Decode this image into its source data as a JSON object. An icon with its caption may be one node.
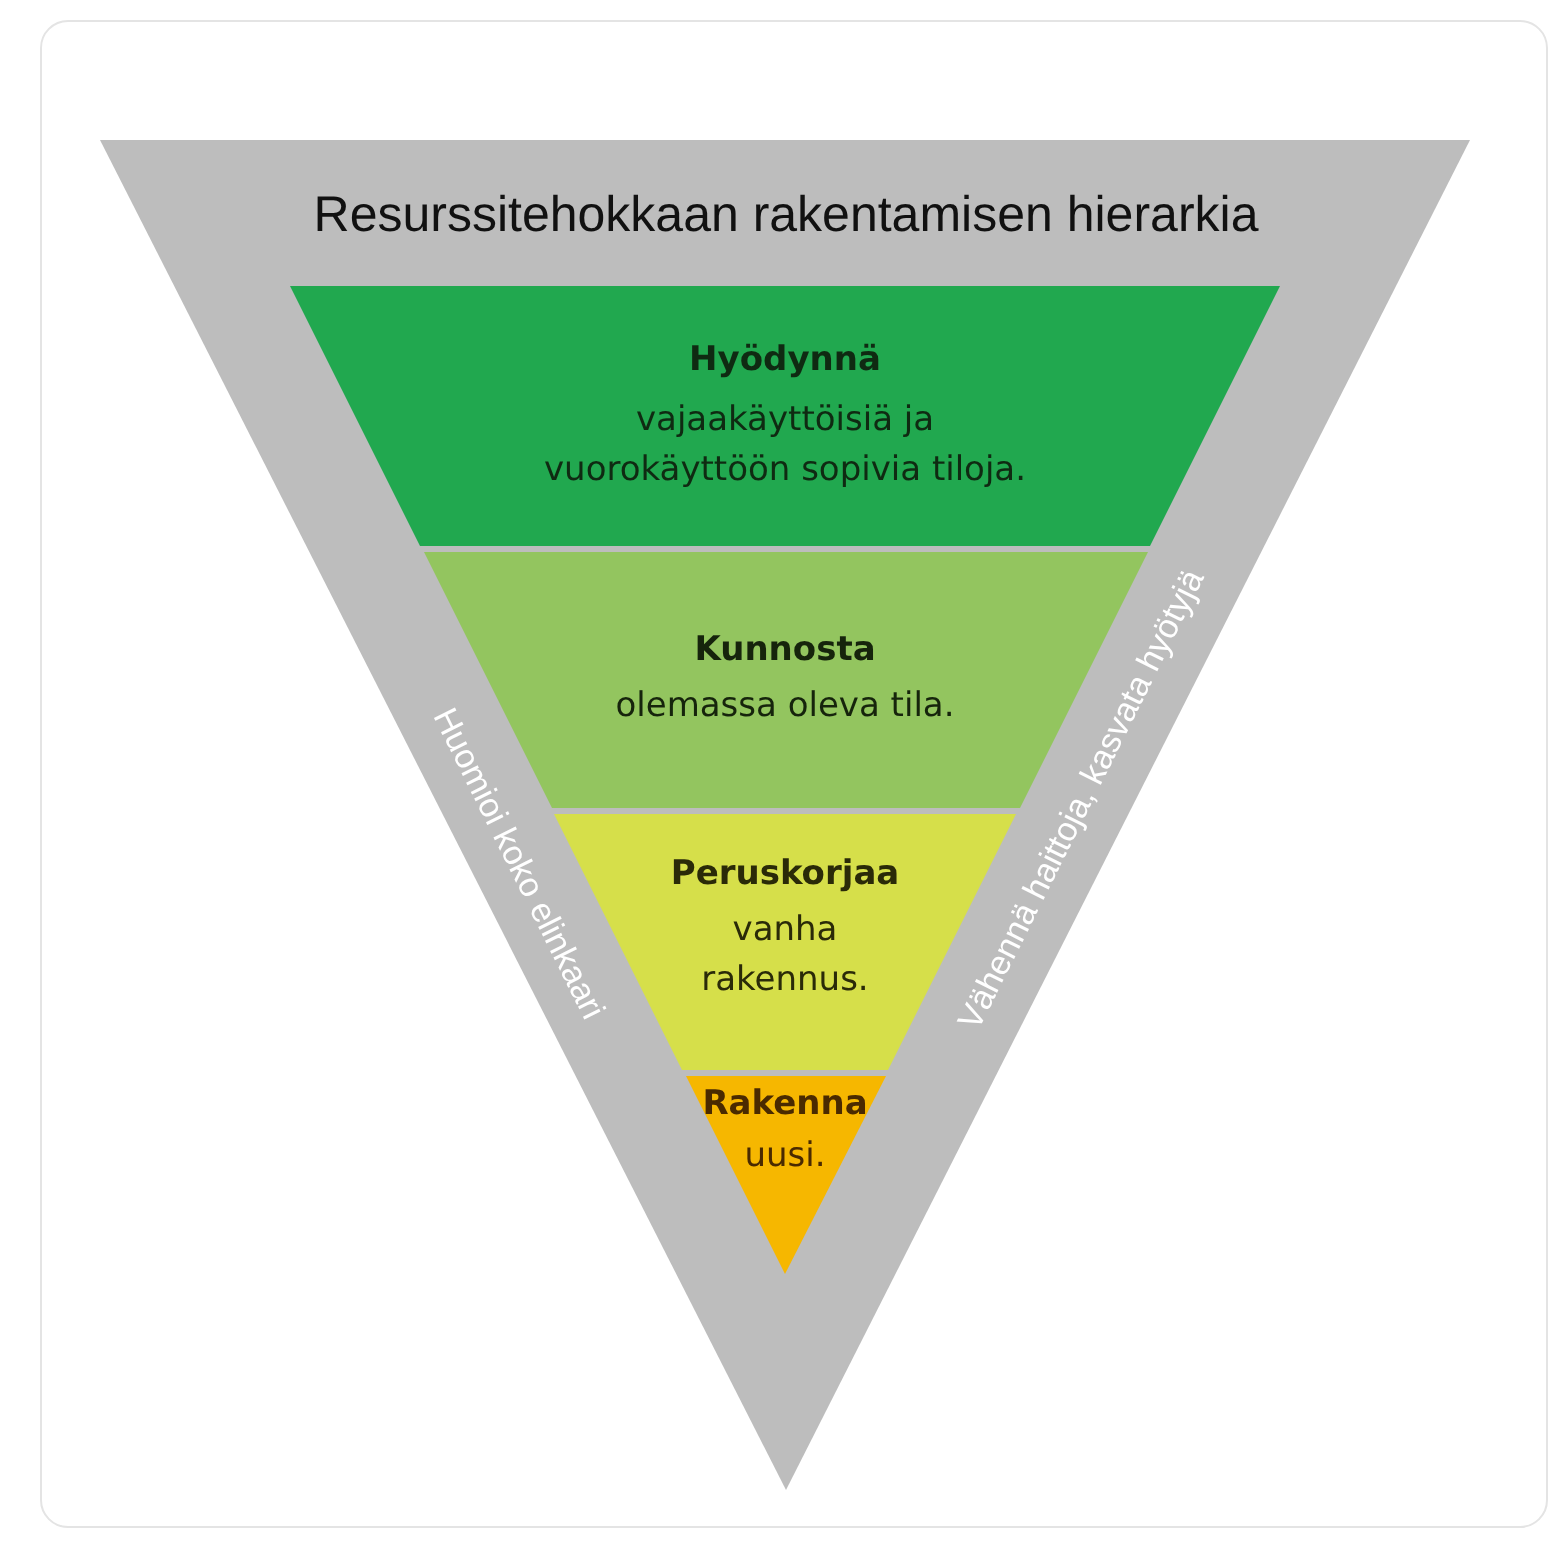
{
  "diagram": {
    "nodes": [
      {
        "text": [
          "Resurssitehokkaan rakentamisen hierarkia",
          "Huomioi koko elinkaari",
          "Vähennä haittoja, kasvata hyötyjä"
        ]
      },
      {
        "text": [
          "Hyödynnä",
          "vajaakäyttöisiä ja vuorokäyttöön sopivia tiloja."
        ],
        "in": 0
      },
      {
        "text": [
          "Kunnosta",
          "olemassa oleva tila."
        ],
        "in": 0
      },
      {
        "text": [
          "Peruskorjaa",
          "vanha rakennus."
        ],
        "in": 0
      },
      {
        "text": [
          "Rakenna",
          "uusi."
        ],
        "in": 0
      }
    ]
  }
}
